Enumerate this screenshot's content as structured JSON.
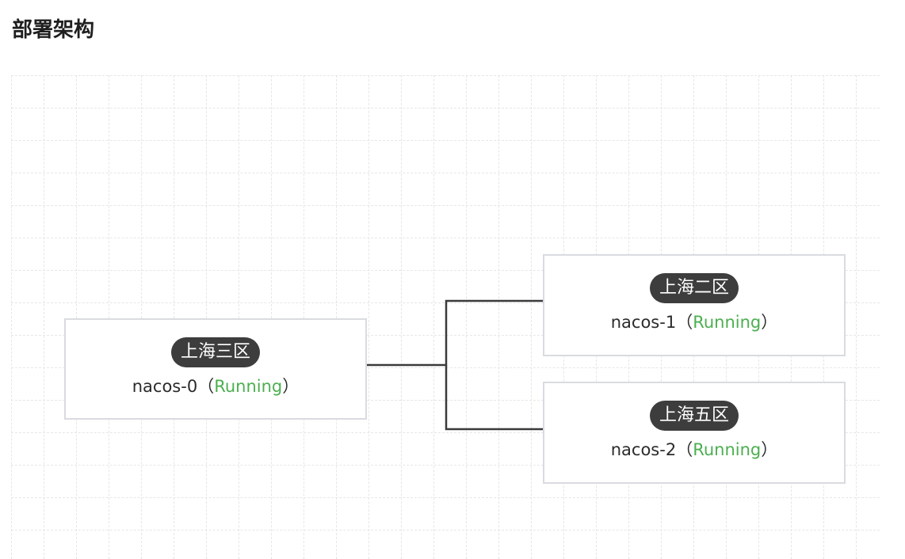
{
  "page": {
    "title": "部署架构"
  },
  "colors": {
    "zone_badge_bg": "#3d3d3d",
    "status_running": "#4caf50",
    "node_border": "#d9dbe0",
    "connector": "#3a3a3a"
  },
  "nodes": [
    {
      "zone": "上海三区",
      "name": "nacos-0",
      "status": "Running",
      "paren_open": "（",
      "paren_close": "）"
    },
    {
      "zone": "上海二区",
      "name": "nacos-1",
      "status": "Running",
      "paren_open": "（",
      "paren_close": "）"
    },
    {
      "zone": "上海五区",
      "name": "nacos-2",
      "status": "Running",
      "paren_open": "（",
      "paren_close": "）"
    }
  ],
  "edges": [
    {
      "from": "nacos-0",
      "to": "nacos-1"
    },
    {
      "from": "nacos-0",
      "to": "nacos-2"
    }
  ]
}
